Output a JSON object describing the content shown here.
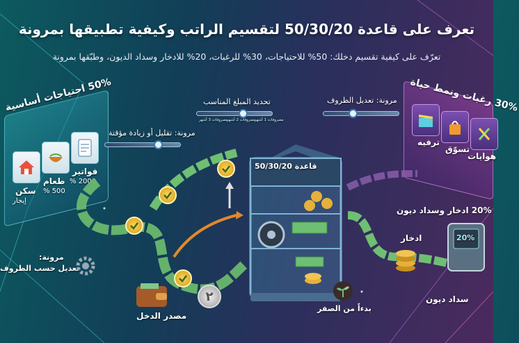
{
  "title": "تعرف على قاعدة 50/30/20 لتقسيم الراتب وكيفية تطبيقها بمرونة",
  "subtitle": "تعرّف على كيفية تقسيم دخلك: 50% للاحتياجات، 30% للرغبات، 20% للادخار وسداد الديون، وطبّقها بمرونة",
  "needs": {
    "heading": "50% احتياجات أساسية",
    "items": [
      {
        "label": "سكن",
        "value": "إيجار"
      },
      {
        "label": "طعام",
        "value": "500 %"
      },
      {
        "label": "فواتير",
        "value": "2000 %"
      }
    ]
  },
  "wants": {
    "heading": "30% رغبات ونمط حياة",
    "items": [
      {
        "label": "ترفيه"
      },
      {
        "label": "تسوّق"
      },
      {
        "label": "هوايات"
      }
    ]
  },
  "savings": {
    "heading": "20% ادخار وسداد ديون",
    "save_label": "ادخار",
    "debt_label": "سداد ديون",
    "screen_text": "20%"
  },
  "machine": {
    "label": "قاعدة 50/30/20"
  },
  "flex_labels": {
    "determine": "تحديد المبلغ المناسب",
    "adjust_circumstances": "مرونة: تعديل الظروف",
    "reduce_increase": "مرونة: تقليل أو زيادة مؤقتة",
    "flex_left_title": "مرونة:",
    "flex_left_sub": "تعديل حسب الظروف"
  },
  "slider_marks": [
    "مصروفات 1 أشهر",
    "مصروفات 2 أشهر",
    "مصروفات 3 أشهر"
  ],
  "income": {
    "label": "مصدر الدخل",
    "coin": "٢"
  },
  "start": {
    "label": "بدءاً من الصفر"
  },
  "colors": {
    "accent_teal": "#3fd0d8",
    "accent_purple": "#c06ad8",
    "gold": "#e6b13a",
    "money": "#6fbf73"
  }
}
